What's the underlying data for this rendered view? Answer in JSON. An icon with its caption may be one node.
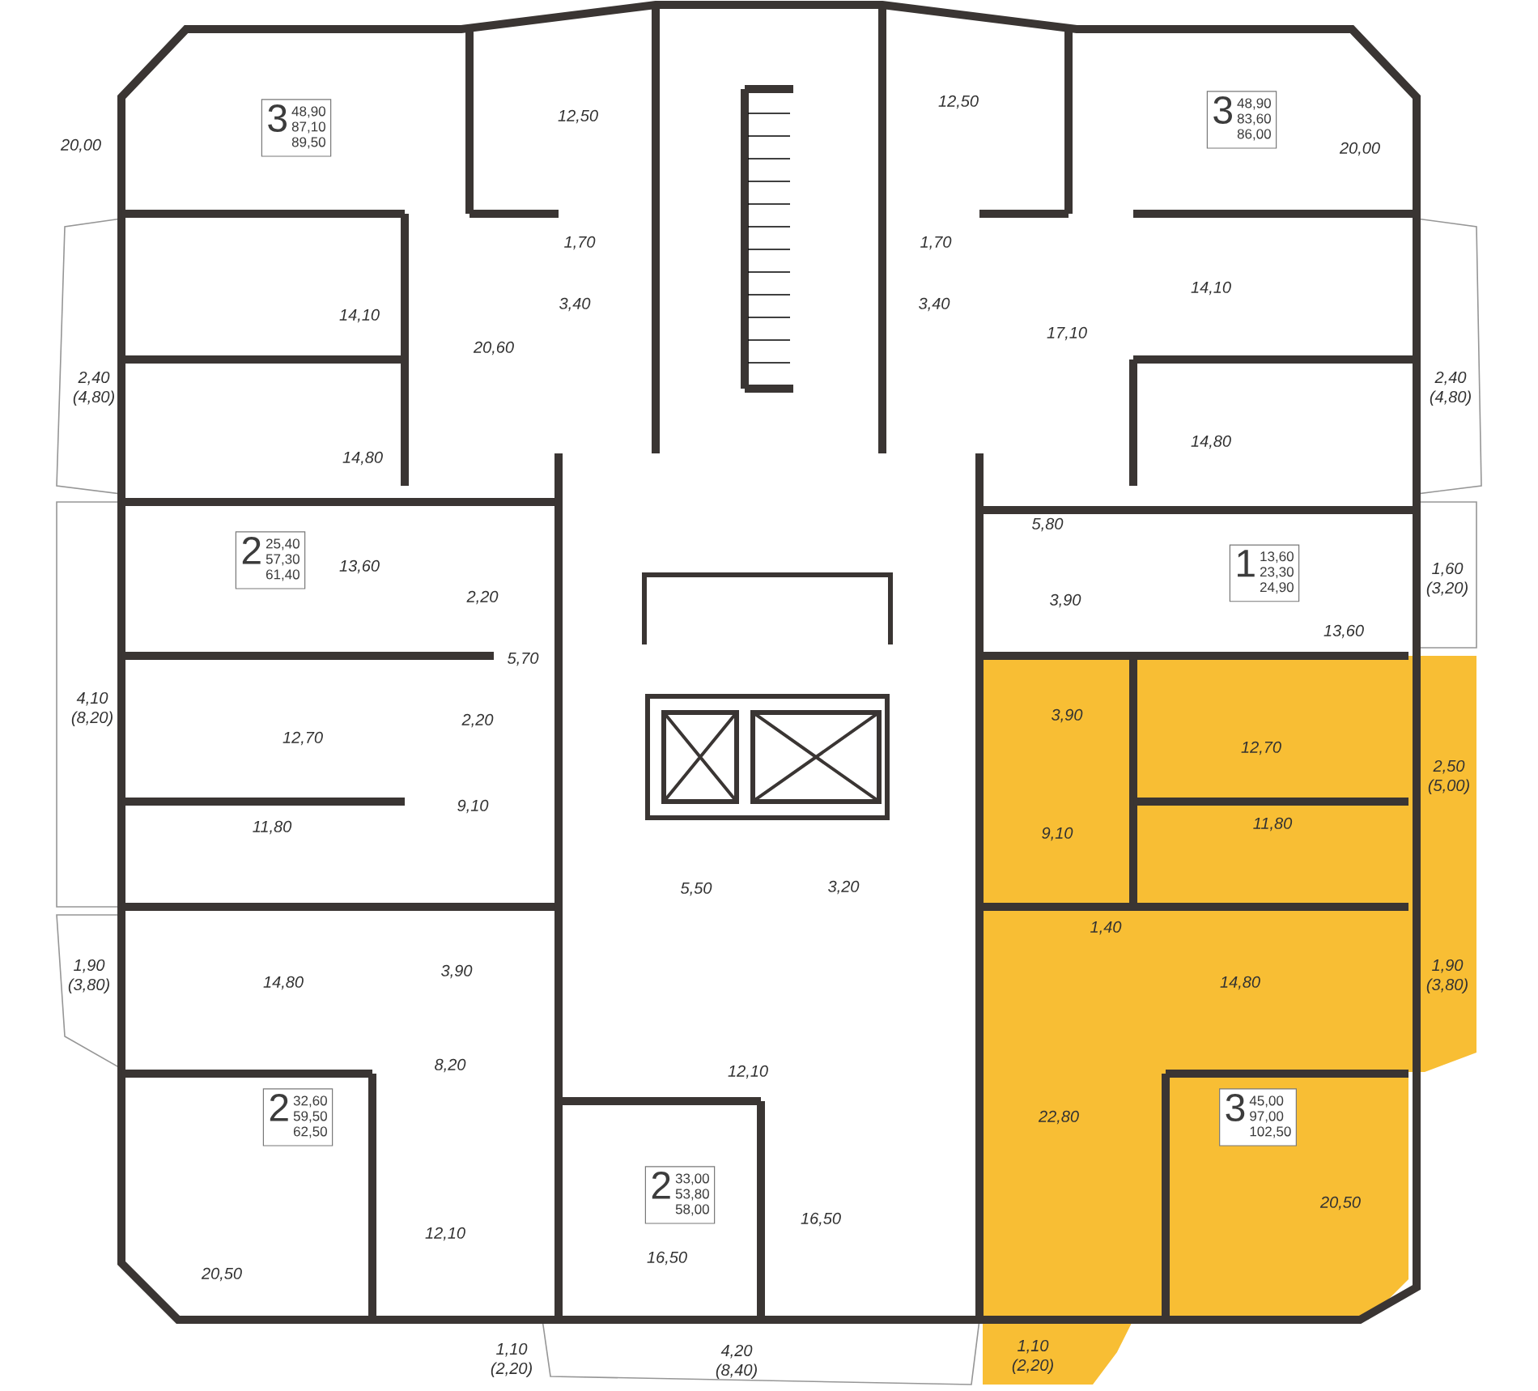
{
  "diagram": {
    "nodes": [
      {
        "text": [
          "3",
          "48,90",
          "87,10",
          "89,50"
        ]
      },
      {
        "text": [
          "3",
          "48,90",
          "83,60",
          "86,00"
        ]
      },
      {
        "text": [
          "2",
          "25,40",
          "57,30",
          "61,40"
        ]
      },
      {
        "text": [
          "1",
          "13,60",
          "23,30",
          "24,90"
        ]
      },
      {
        "text": [
          "2",
          "32,60",
          "59,50",
          "62,50"
        ]
      },
      {
        "text": [
          "3",
          "45,00",
          "97,00",
          "102,50"
        ]
      },
      {
        "text": [
          "2",
          "33,00",
          "53,80",
          "58,00"
        ]
      }
    ],
    "labels": [
      "20,00",
      "12,50",
      "12,50",
      "20,00",
      "1,70",
      "1,70",
      "14,10",
      "14,10",
      "3,40",
      "3,40",
      "20,60",
      "17,10",
      "2,40 (4,80)",
      "2,40 (4,80)",
      "14,80",
      "14,80",
      "5,80",
      "13,60",
      "1,60 (3,20)",
      "2,20",
      "3,90",
      "5,70",
      "13,60",
      "2,20",
      "4,10 (8,20)",
      "3,90",
      "12,70",
      "12,70",
      "2,50 (5,00)",
      "9,10",
      "9,10",
      "11,80",
      "11,80",
      "5,50",
      "3,20",
      "1,40",
      "1,90 (3,80)",
      "14,80",
      "3,90",
      "14,80",
      "1,90 (3,80)",
      "8,20",
      "12,10",
      "22,80",
      "20,50",
      "16,50",
      "12,10",
      "20,50",
      "16,50",
      "1,10 (2,20)",
      "4,20 (8,40)",
      "1,10 (2,20)"
    ]
  }
}
